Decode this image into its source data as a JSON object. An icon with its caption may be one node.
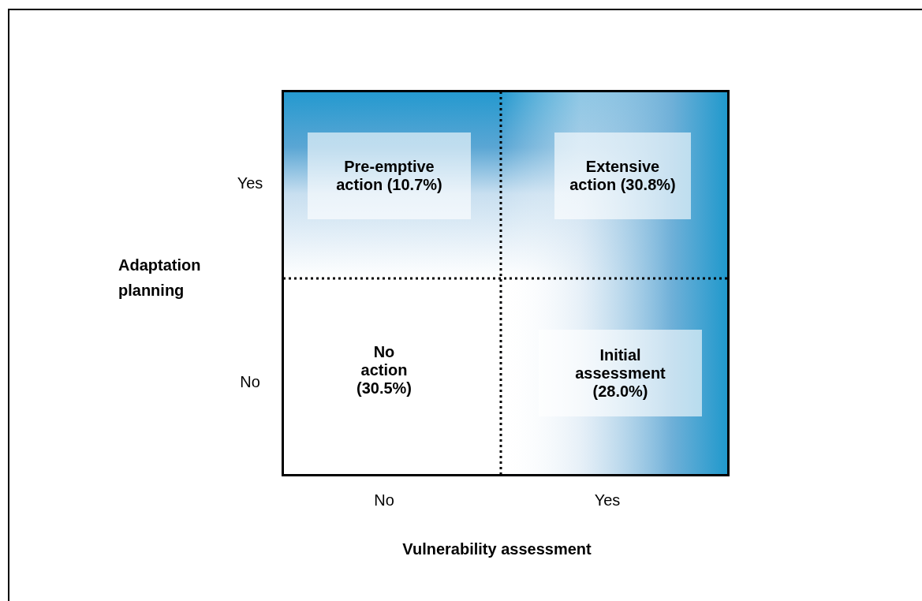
{
  "diagram": {
    "nodes": [
      {
        "text": [
          "Pre-emptive action (10.7%)"
        ]
      },
      {
        "text": [
          "Extensive action (30.8%)"
        ]
      },
      {
        "text": [
          "No action (30.5%)"
        ]
      },
      {
        "text": [
          "Initial assessment (28.0%)"
        ]
      }
    ],
    "labels": [
      "Yes",
      "Adaptation planning",
      "No",
      "No",
      "Yes",
      "Vulnerability assessment"
    ]
  }
}
